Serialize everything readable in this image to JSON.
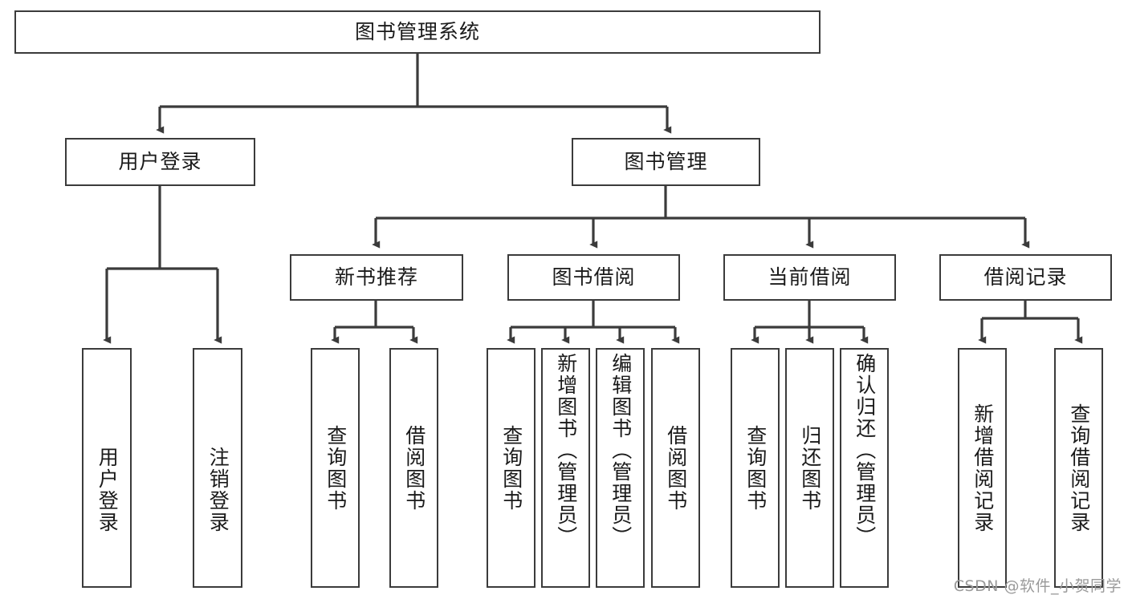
{
  "diagram": {
    "title": "图书管理系统",
    "type": "tree-hierarchy-diagram",
    "root": {
      "id": "root",
      "label": "图书管理系统"
    },
    "level2": [
      {
        "id": "user-login",
        "label": "用户登录"
      },
      {
        "id": "book-manage",
        "label": "图书管理"
      }
    ],
    "level3": [
      {
        "id": "new-book-recommend",
        "label": "新书推荐"
      },
      {
        "id": "book-borrow",
        "label": "图书借阅"
      },
      {
        "id": "current-borrow",
        "label": "当前借阅"
      },
      {
        "id": "borrow-record",
        "label": "借阅记录"
      }
    ],
    "leaves": [
      {
        "id": "leaf-user-login",
        "label": "用户登录"
      },
      {
        "id": "leaf-logout-login",
        "label": "注销登录"
      },
      {
        "id": "leaf-query-book-1",
        "label": "查询图书"
      },
      {
        "id": "leaf-borrow-book-1",
        "label": "借阅图书"
      },
      {
        "id": "leaf-query-book-2",
        "label": "查询图书"
      },
      {
        "id": "leaf-add-book-admin",
        "label": "新增图书（管理员）"
      },
      {
        "id": "leaf-edit-book-admin",
        "label": "编辑图书（管理员）"
      },
      {
        "id": "leaf-borrow-book-2",
        "label": "借阅图书"
      },
      {
        "id": "leaf-query-book-3",
        "label": "查询图书"
      },
      {
        "id": "leaf-return-book",
        "label": "归还图书"
      },
      {
        "id": "leaf-confirm-return-admin",
        "label": "确认归还（管理员）"
      },
      {
        "id": "leaf-add-borrow-record",
        "label": "新增借阅记录"
      },
      {
        "id": "leaf-query-borrow-record",
        "label": "查询借阅记录"
      }
    ]
  },
  "watermark": {
    "text": "CSDN @软件_小贺同学"
  },
  "colors": {
    "stroke": "#3b3b3b",
    "fill": "#ffffff",
    "text": "#1a1a1a",
    "watermark": "#9a9a9a"
  }
}
